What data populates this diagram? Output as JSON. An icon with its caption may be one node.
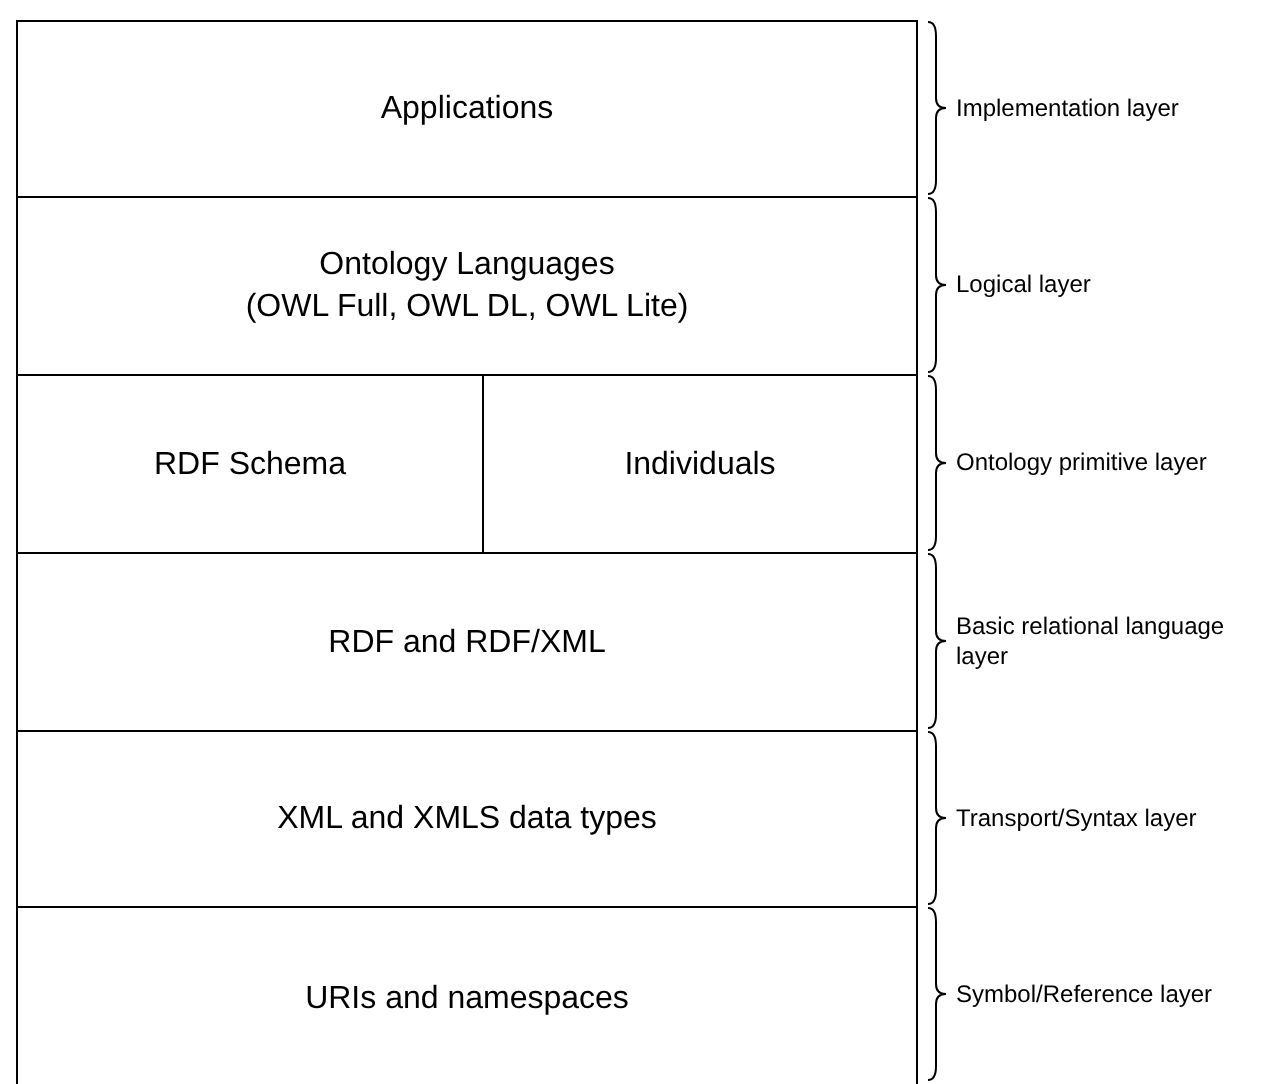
{
  "diagram": {
    "nodes": [
      {
        "text": [
          "Applications"
        ]
      },
      {
        "text": [
          "Ontology Languages",
          "(OWL Full, OWL DL, OWL Lite)"
        ]
      },
      {
        "text": [
          "RDF Schema"
        ]
      },
      {
        "text": [
          "Individuals"
        ]
      },
      {
        "text": [
          "RDF and RDF/XML"
        ]
      },
      {
        "text": [
          "XML and XMLS data types"
        ]
      },
      {
        "text": [
          "URIs and namespaces"
        ]
      }
    ],
    "edges": [],
    "labels": [
      "Implementation layer",
      "Logical layer",
      "Ontology primitive layer",
      "Basic relational language layer",
      "Transport/Syntax layer",
      "Symbol/Reference layer"
    ]
  }
}
